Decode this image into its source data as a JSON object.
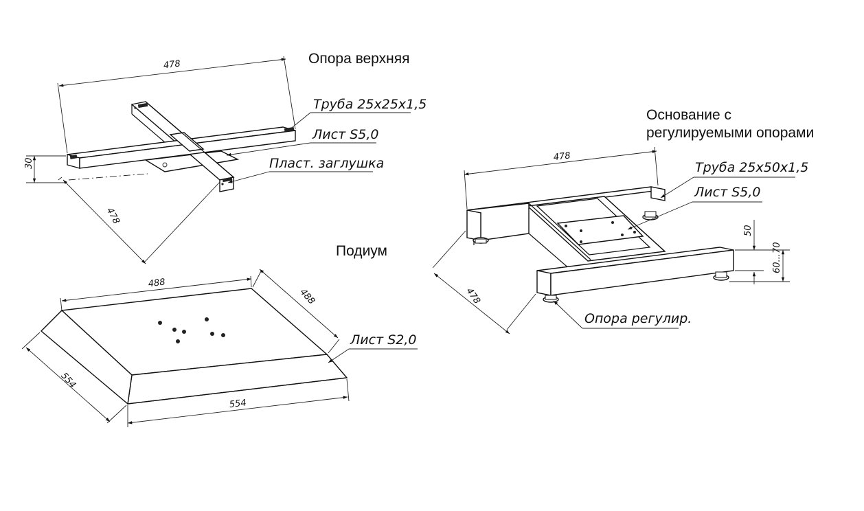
{
  "top_support": {
    "title": "Опора верхняя",
    "callouts": [
      "Труба 25х25х1,5",
      "Лист S5,0",
      "Пласт. заглушка"
    ],
    "dimensions": [
      "478",
      "30",
      "478"
    ]
  },
  "base": {
    "title_lines": [
      "Основание с",
      "регулируемыми опорами"
    ],
    "callouts": [
      "Труба 25х50х1,5",
      "Лист S5,0",
      "Опора регулир."
    ],
    "dimensions": [
      "478",
      "50",
      "60...70",
      "478"
    ]
  },
  "podium": {
    "title": "Подиум",
    "callouts": [
      "Лист S2,0"
    ],
    "dimensions": [
      "488",
      "488",
      "554",
      "554"
    ]
  }
}
